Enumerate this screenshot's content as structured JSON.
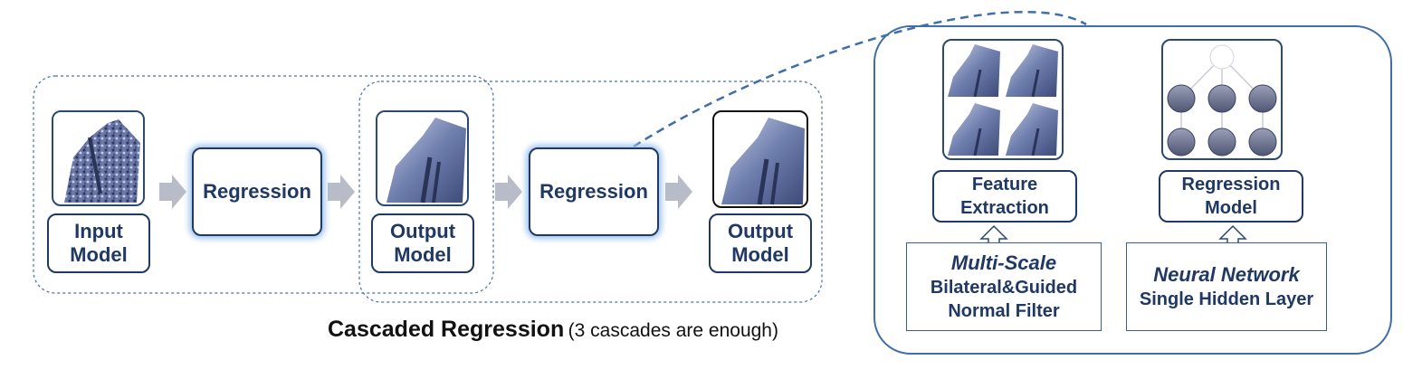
{
  "pipeline": {
    "input_label": "Input\nModel",
    "regression_1": "Regression",
    "output_1": "Output\nModel",
    "regression_2": "Regression",
    "output_2": "Output\nModel"
  },
  "caption": {
    "title": "Cascaded Regression",
    "note": "(3 cascades are enough)"
  },
  "detail": {
    "feature_extraction": "Feature\nExtraction",
    "regression_model": "Regression\nModel",
    "filter_line1": "Multi-Scale",
    "filter_line2": "Bilateral&Guided",
    "filter_line3": "Normal Filter",
    "network_line1": "Neural Network",
    "network_line2": "Single Hidden Layer"
  },
  "colors": {
    "text": "#1f3864",
    "arrow": "#b7bcc8",
    "glow": "#9ec3ee",
    "mesh": "#5a6a9c"
  }
}
